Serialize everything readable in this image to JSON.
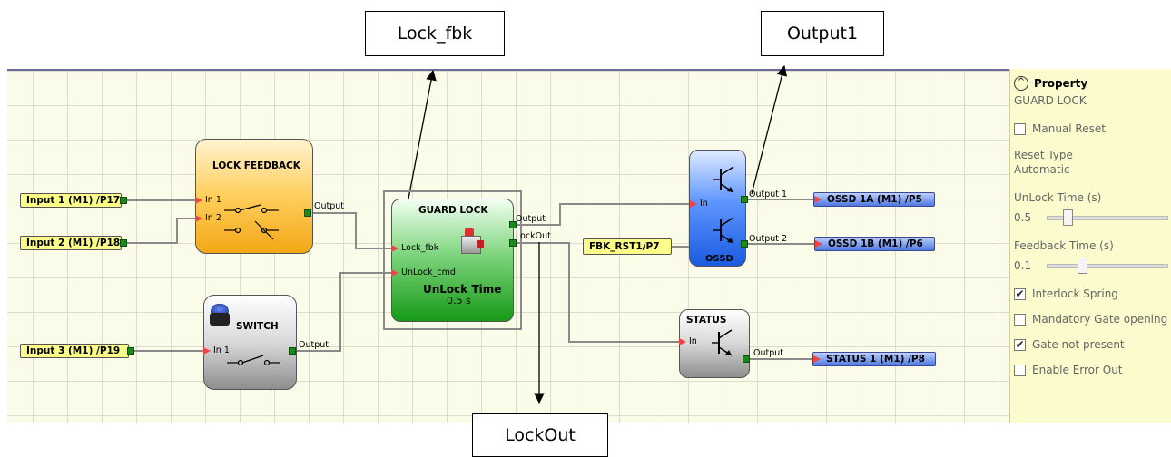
{
  "callouts": {
    "lock_fbk": "Lock_fbk",
    "output1": "Output1",
    "lockout": "LockOut"
  },
  "inputs": {
    "in1": "Input 1 (M1) /P17",
    "in2": "Input 2 (M1) /P18",
    "in3": "Input 3 (M1) /P19",
    "fbk": "FBK_RST1/P7"
  },
  "outputs": {
    "ossd1a": "OSSD 1A (M1)  /P5",
    "ossd1b": "OSSD 1B (M1)  /P6",
    "status1": "STATUS 1 (M1) /P8"
  },
  "blocks": {
    "lock_feedback": {
      "title": "LOCK FEEDBACK",
      "in1": "In 1",
      "in2": "In 2",
      "out": "Output"
    },
    "switch": {
      "title": "SWITCH",
      "in1": "In 1",
      "out": "Output"
    },
    "guard_lock": {
      "title": "GUARD LOCK",
      "lock_fbk": "Lock_fbk",
      "unlock_cmd": "UnLock_cmd",
      "output": "Output",
      "lockout": "LockOut",
      "unlock_time_label": "UnLock Time",
      "unlock_time_value": "0.5 s"
    },
    "ossd": {
      "title": "OSSD",
      "in": "In",
      "out1": "Output 1",
      "out2": "Output 2"
    },
    "status": {
      "title": "STATUS",
      "in": "In",
      "out": "Output"
    }
  },
  "property": {
    "header": "Property",
    "subtitle": "GUARD LOCK",
    "manual_reset": {
      "label": "Manual Reset",
      "checked": false
    },
    "reset_type_label": "Reset Type",
    "reset_type_value": "Automatic",
    "unlock_time_label": "UnLock Time (s)",
    "unlock_time_value": "0.5",
    "feedback_time_label": "Feedback Time (s)",
    "feedback_time_value": "0.1",
    "interlock_spring": {
      "label": "Interlock Spring",
      "checked": true
    },
    "mandatory_gate": {
      "label": "Mandatory Gate opening",
      "checked": false
    },
    "gate_not_present": {
      "label": "Gate not present",
      "checked": true
    },
    "enable_error_out": {
      "label": "Enable Error Out",
      "checked": false
    }
  },
  "colors": {
    "input_fill": "#fcfc88",
    "output_fill": "#4f78df",
    "pin": "#1a8a1a",
    "guard_lock": "#2fa82f",
    "ossd": "#2a6ef0"
  }
}
